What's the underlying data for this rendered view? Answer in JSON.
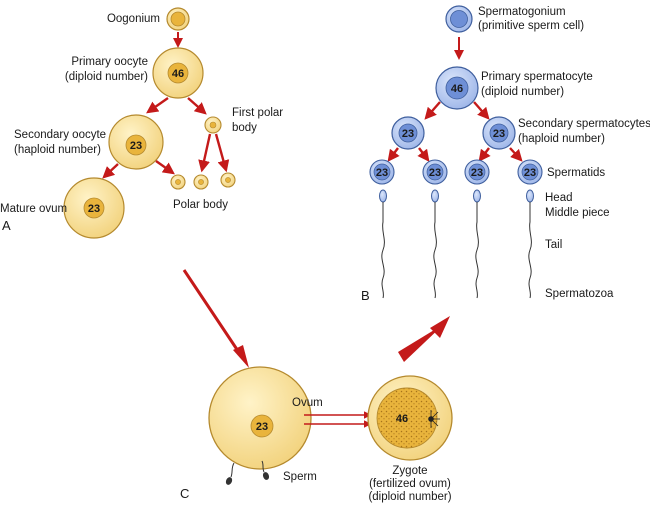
{
  "colors": {
    "egg_fill": "#f6dc8f",
    "egg_stroke": "#b58a2e",
    "egg_nucleus": "#e9b43c",
    "sperm_fill": "#a9c0ec",
    "sperm_stroke": "#3f5f9e",
    "sperm_nucleus": "#6e8fd6",
    "arrow": "#c41a1a"
  },
  "oogenesis": {
    "oogonium": "Oogonium",
    "primary_oocyte": [
      "Primary oocyte",
      "(diploid number)"
    ],
    "primary_number": "46",
    "secondary_oocyte": [
      "Secondary oocyte",
      "(haploid number)"
    ],
    "secondary_number": "23",
    "first_polar_body": [
      "First polar",
      "body"
    ],
    "mature_ovum": "Mature ovum",
    "ovum_number": "23",
    "polar_body": "Polar body"
  },
  "spermatogenesis": {
    "spermatogonium": [
      "Spermatogonium",
      "(primitive sperm cell)"
    ],
    "primary_spermatocyte": [
      "Primary spermatocyte",
      "(diploid number)"
    ],
    "primary_number": "46",
    "secondary_spermatocytes": [
      "Secondary spermatocytes",
      "(haploid number)"
    ],
    "secondary_number": "23",
    "spermatids": "Spermatids",
    "spermatid_number": "23",
    "head": "Head",
    "middle_piece": "Middle piece",
    "tail": "Tail",
    "spermatozoa": "Spermatozoa"
  },
  "fertilization": {
    "ovum": "Ovum",
    "ovum_number": "23",
    "sperm": "Sperm",
    "zygote": [
      "Zygote",
      "(fertilized ovum)",
      "(diploid number)"
    ],
    "zygote_number": "46"
  },
  "panels": {
    "a": "A",
    "b": "B",
    "c": "C"
  }
}
